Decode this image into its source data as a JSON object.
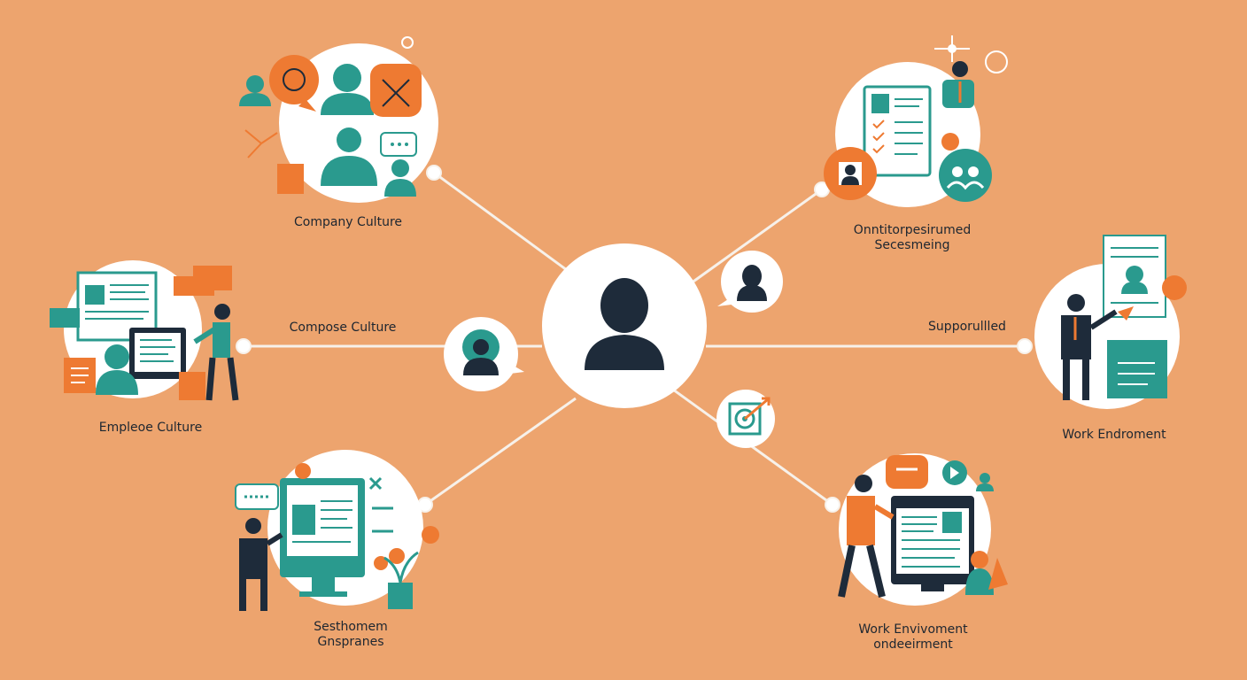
{
  "colors": {
    "background": "#EDA46E",
    "teal": "#2A9A8E",
    "orange": "#EE7A32",
    "navy": "#1E2B3A",
    "white": "#FFFFFF",
    "line": "#F7F1EA"
  },
  "center": {
    "icon": "person-silhouette-icon"
  },
  "labels": {
    "company_culture": "Company Culture",
    "onboarding_line1": "Onntitorpesirumed",
    "onboarding_line2": "Secesmeing",
    "compose_culture": "Compose Culture",
    "supported": "Supporullled",
    "employee_culture": "Empleoe Culture",
    "work_environment_right": "Work Endroment",
    "sesthomem_line1": "Sesthomem",
    "sesthomem_line2": "Gnspranes",
    "work_environment_bottom_line1": "Work Envivoment",
    "work_environment_bottom_line2": "ondeeirment"
  },
  "nodes": [
    {
      "id": "company-culture",
      "icon": "team-chat-icon"
    },
    {
      "id": "onboarding",
      "icon": "checklist-document-icon"
    },
    {
      "id": "compose-culture",
      "icon": "woman-avatar-icon"
    },
    {
      "id": "employee-culture",
      "icon": "presentation-board-icon"
    },
    {
      "id": "supported",
      "icon": "businessman-report-icon"
    },
    {
      "id": "target",
      "icon": "target-icon"
    },
    {
      "id": "sesthomem",
      "icon": "monitor-profile-icon"
    },
    {
      "id": "work-environment",
      "icon": "workstation-icon"
    }
  ]
}
